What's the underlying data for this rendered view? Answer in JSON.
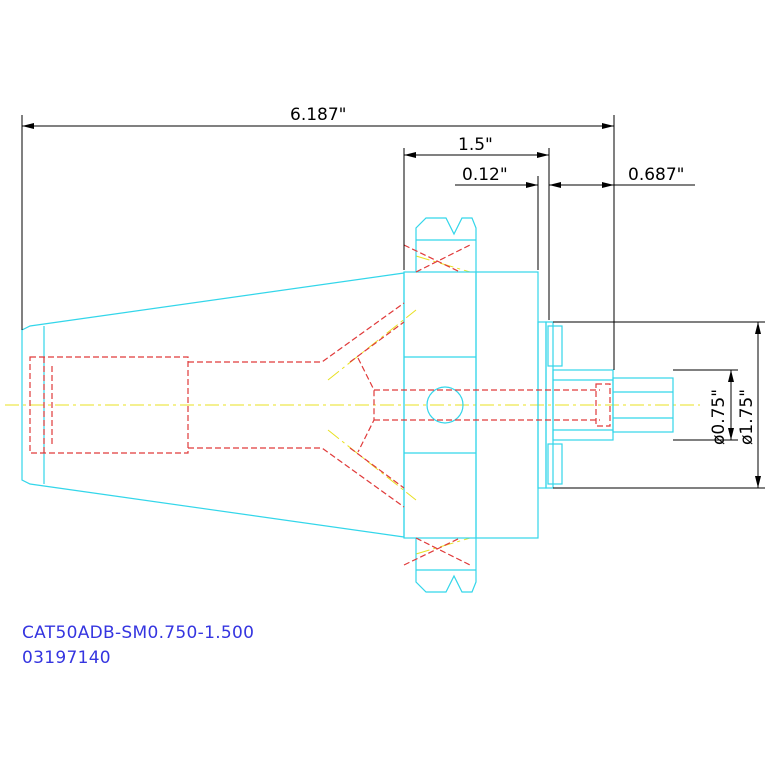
{
  "dimensions": {
    "overall_length": "6.187\"",
    "flange_length": "1.5\"",
    "gap": "0.12\"",
    "projection": "0.687\"",
    "small_diameter": "ø0.75\"",
    "large_diameter": "ø1.75\""
  },
  "part_number": "CAT50ADB-SM0.750-1.500",
  "catalog_number": "03197140",
  "colors": {
    "outline": "#33d6ea",
    "hidden": "#e03a3a",
    "centerline": "#e8e020",
    "dimension": "#000000",
    "label": "#3535e0"
  }
}
